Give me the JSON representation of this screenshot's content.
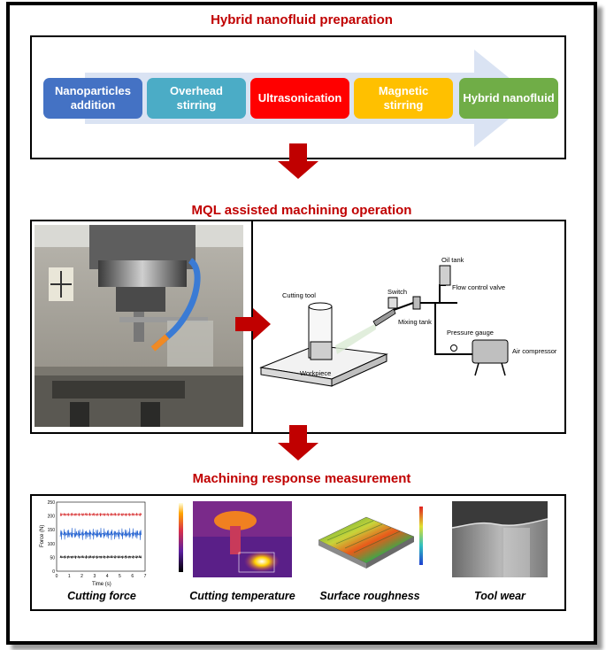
{
  "section1": {
    "title": "Hybrid nanofluid preparation",
    "steps": [
      {
        "label": "Nanoparticles addition",
        "color": "#4472c4"
      },
      {
        "label": "Overhead stirring",
        "color": "#4bacc6"
      },
      {
        "label": "Ultrasonication",
        "color": "#ff0000"
      },
      {
        "label": "Magnetic stirring",
        "color": "#ffc000"
      },
      {
        "label": "Hybrid nanofluid",
        "color": "#70ad47"
      }
    ]
  },
  "section2": {
    "title": "MQL assisted machining operation",
    "schematic_labels": {
      "oil_tank": "Oil tank",
      "flow_valve": "Flow control valve",
      "switch": "Switch",
      "mixing_tank": "Mixing tank",
      "pressure_gauge": "Pressure gauge",
      "air_compressor": "Air compressor",
      "cutting_tool": "Cutting tool",
      "workpiece": "Workpiece"
    }
  },
  "section3": {
    "title": "Machining response measurement",
    "captions": {
      "force": "Cutting force",
      "temperature": "Cutting temperature",
      "roughness": "Surface roughness",
      "wear": "Tool wear"
    },
    "force_plot": {
      "xlabel": "Time (s)",
      "ylabel": "Force (N)",
      "ytick_labels": [
        "0",
        "50",
        "100",
        "150",
        "200",
        "250"
      ],
      "xtick_labels": [
        "0",
        "1",
        "2",
        "3",
        "4",
        "5",
        "6",
        "7"
      ]
    }
  },
  "colors": {
    "title_red": "#c00000",
    "arrow_red": "#c00000",
    "big_arrow": "#dae3f3"
  }
}
